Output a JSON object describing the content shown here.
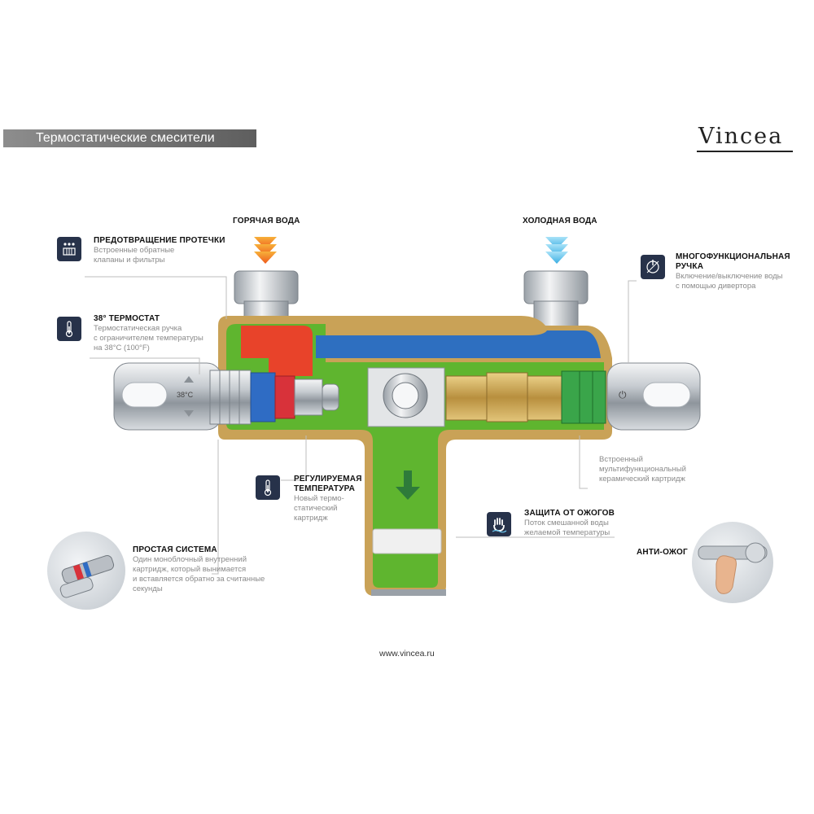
{
  "header": {
    "title": "Термостатические смесители",
    "brand": "Vincea"
  },
  "inputs": {
    "hot": "ГОРЯЧАЯ ВОДА",
    "cold": "ХОЛОДНАЯ ВОДА"
  },
  "features": [
    {
      "id": "leak",
      "icon": "leak-filter-icon",
      "title": "ПРЕДОТВРАЩЕНИЕ ПРОТЕЧКИ",
      "desc": [
        "Встроенные обратные",
        "клапаны и фильтры"
      ]
    },
    {
      "id": "thermostat",
      "icon": "thermometer-icon",
      "title": "38° ТЕРМОСТАТ",
      "desc": [
        "Термостатическая ручка",
        "с ограничителем температуры",
        "на 38°C (100°F)"
      ]
    },
    {
      "id": "adjustable",
      "icon": "thermometer-icon",
      "title": [
        "РЕГУЛИРУЕМАЯ",
        "ТЕМПЕРАТУРА"
      ],
      "desc": [
        "Новый термо-",
        "статический",
        "картридж"
      ]
    },
    {
      "id": "simple",
      "icon": "cartridge-photo",
      "title": "ПРОСТАЯ СИСТЕМА",
      "desc": [
        "Один моноблочный внутренний",
        "картридж, который вынимается",
        "и вставляется обратно за считанные",
        "секунды"
      ]
    },
    {
      "id": "multi",
      "icon": "diverter-icon",
      "title": [
        "МНОГОФУНКЦИОНАЛЬНАЯ",
        "РУЧКА"
      ],
      "desc": [
        "Включение/выключение воды",
        "с помощью дивертора"
      ]
    },
    {
      "id": "ceramic",
      "desc": [
        "Встроенный",
        "мультифункциональный",
        "керамический картридж"
      ]
    },
    {
      "id": "burn",
      "icon": "hand-icon",
      "title": "ЗАЩИТА ОТ ОЖОГОВ",
      "desc": [
        "Поток смешанной воды",
        "желаемой температуры"
      ]
    },
    {
      "id": "anti",
      "icon": "hand-photo",
      "title": "АНТИ-ОЖОГ"
    }
  ],
  "mixer": {
    "temp_mark": "38°C",
    "power_mark": "⏻"
  },
  "footer": {
    "url": "www.vincea.ru"
  },
  "colors": {
    "hot": "#e8432a",
    "cold": "#2e6fc0",
    "mixed": "#5fb52f",
    "shell": "#c9a257",
    "badge": "#27324a",
    "cold_arrow": "#6cc8ef",
    "hot_arrow": "#f3902a"
  }
}
